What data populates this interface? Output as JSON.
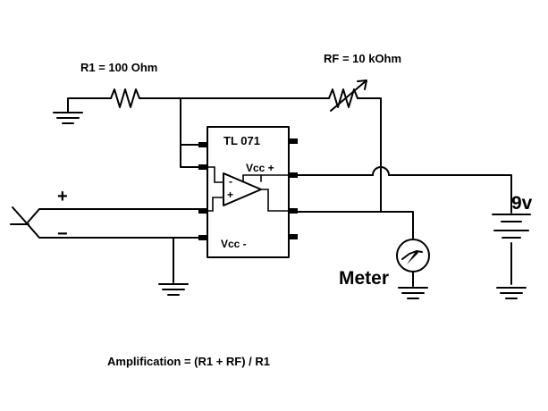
{
  "labels": {
    "r1": "R1 = 100 Ohm",
    "rf": "RF = 10 kOhm",
    "ic_name": "TL 071",
    "vcc_plus": "Vcc +",
    "vcc_minus": "Vcc -",
    "opamp_inv": "-",
    "opamp_noninv": "+",
    "input_plus": "+",
    "input_minus": "−",
    "battery": "9v",
    "meter": "Meter",
    "formula": "Amplification =  (R1 + RF) / R1"
  },
  "colors": {
    "ink": "#000000",
    "paper": "#ffffff"
  }
}
